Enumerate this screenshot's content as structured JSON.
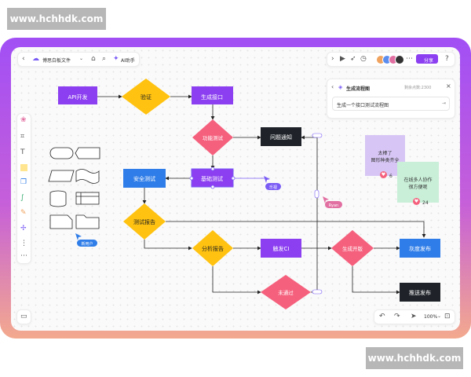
{
  "watermark": {
    "top": "www.hchhdk.com",
    "bottom": "www.hchhdk.com"
  },
  "toolbar": {
    "back_icon": "back-arrow-icon",
    "file_title": "博思白板文件",
    "ai_label": "AI助手",
    "share_label": "分享"
  },
  "ai_panel": {
    "title": "生成流程图",
    "credits": "剩余点数:2300",
    "prompt": "生成一个接口测试流程图"
  },
  "flowchart": {
    "nodes": {
      "api_dev": "API开发",
      "verify": "验证",
      "gen_api": "生成接口",
      "func_test": "功能测试",
      "issue_notify": "问题通知",
      "security_test": "安全测试",
      "basic_test": "基础测试",
      "test_report": "测试报告",
      "analysis_report": "分析报告",
      "trigger_ci": "触发CI",
      "gen_release": "生成开版",
      "gray_release": "灰度发布",
      "not_pass": "未通过",
      "push_release": "推送发布"
    },
    "cursors": {
      "c1": "乐视",
      "c2": "Ryan",
      "c3": "新用户"
    }
  },
  "stickies": [
    {
      "text1": "太棒了",
      "text2": "图形种类齐全",
      "count": "6",
      "color": "#d7c6f5"
    },
    {
      "text1": "在线多人协作",
      "text2": "很方便呢",
      "count": "24",
      "color": "#c9efd8"
    }
  ],
  "bottom": {
    "zoom": "100%"
  },
  "colors": {
    "purple": "#8b3ff0",
    "yellow": "#ffc210",
    "pink": "#f5607d",
    "blue": "#2f7de8",
    "dark": "#1f2329"
  }
}
